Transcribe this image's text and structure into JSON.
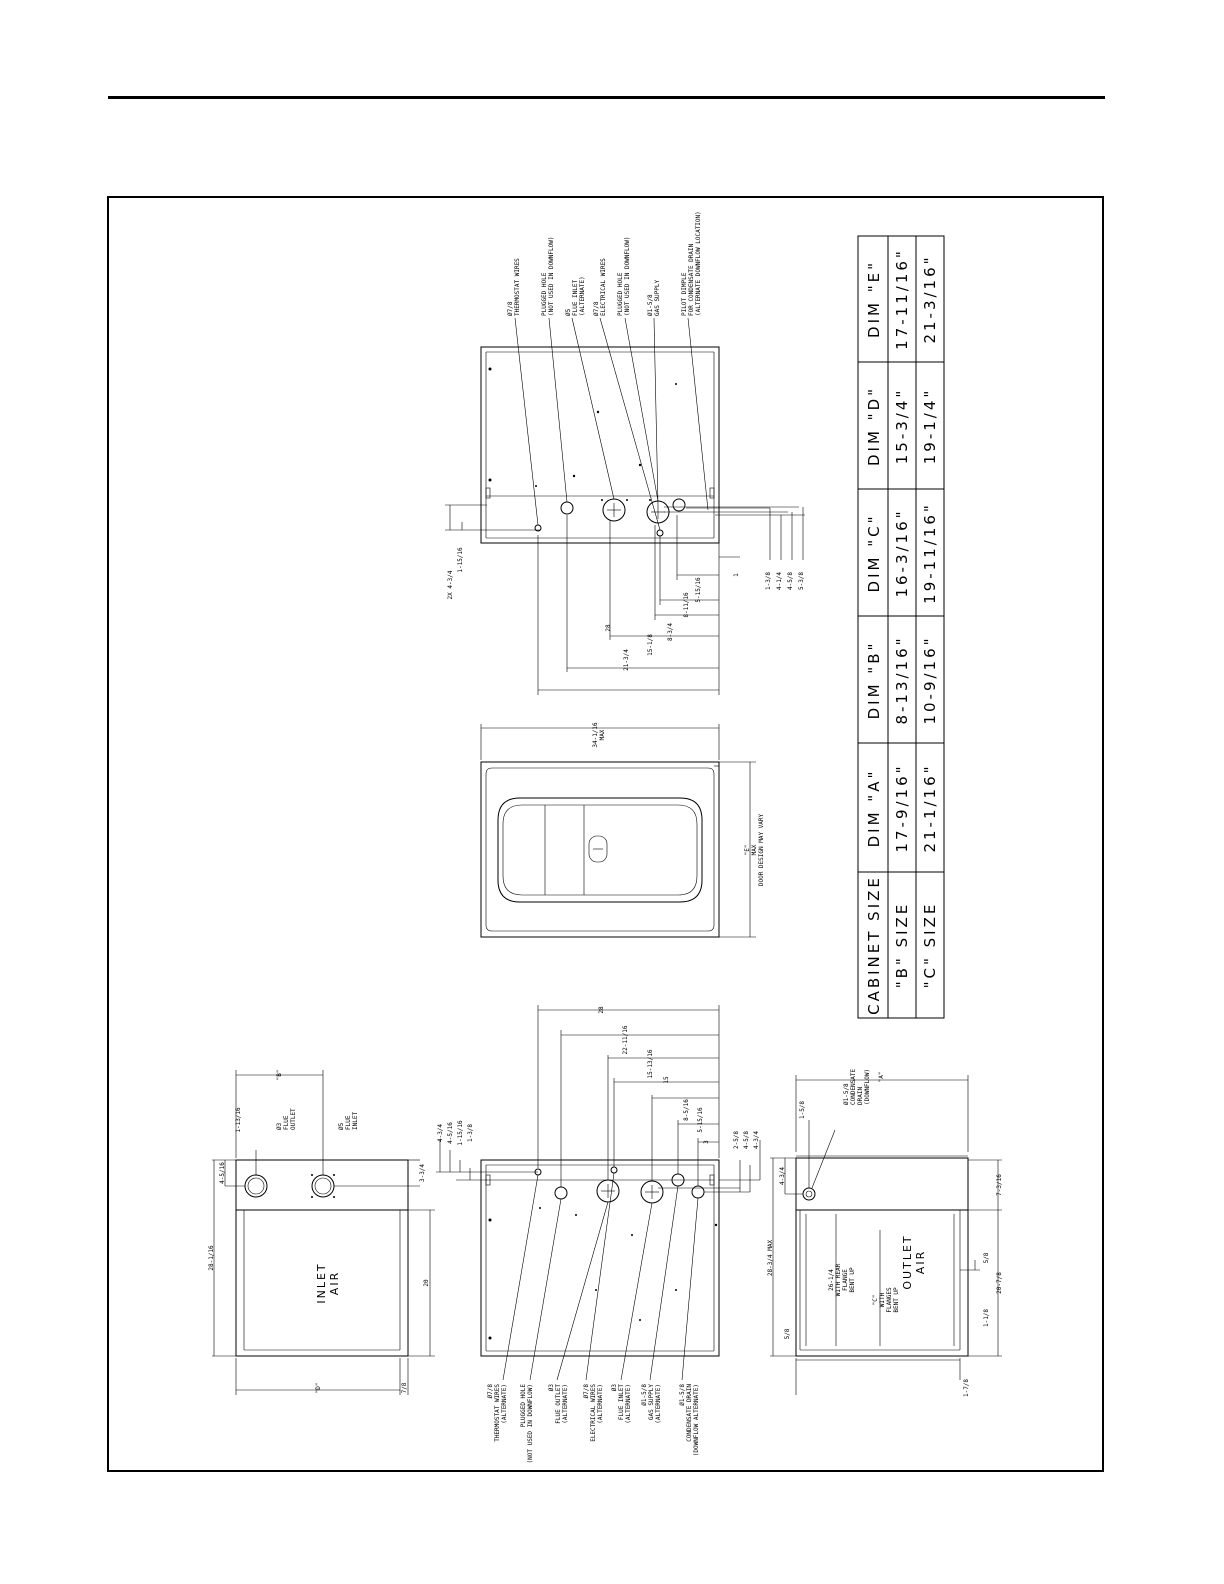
{
  "table": {
    "headers": [
      "CABINET SIZE",
      "DIM \"A\"",
      "DIM \"B\"",
      "DIM \"C\"",
      "DIM \"D\"",
      "DIM \"E\""
    ],
    "rows": [
      [
        "\"B\" SIZE",
        "17-9/16\"",
        "8-13/16\"",
        "16-3/16\"",
        "15-3/4\"",
        "17-11/16\""
      ],
      [
        "\"C\" SIZE",
        "21-1/16\"",
        "10-9/16\"",
        "19-11/16\"",
        "19-1/4\"",
        "21-3/16\""
      ]
    ]
  },
  "top_view": {
    "labels": [
      "Ø7/8\nTHERMOSTAT WIRES",
      "PLUGGED HOLE\n(NOT USED IN DOWNFLOW)",
      "Ø5\nFLUE INLET\n(ALTERNATE)",
      "Ø7/8\nELECTRICAL WIRES",
      "PLUGGED HOLE\n(NOT USED IN DOWNFLOW)",
      "Ø1-5/8\nGAS SUPPLY",
      "PILOT DIMPLE\nFOR CONDENSATE DRAIN\n(ALTERNATE DOWNFLOW LOCATION)"
    ],
    "dims_left": [
      "2X 4-3/4",
      "1-15/16"
    ],
    "dims_bottom": [
      "28",
      "21-3/4",
      "15-1/8",
      "8-3/4",
      "8-11/16",
      "5-15/16",
      "1",
      "1-3/8",
      "4-1/4",
      "4-5/8",
      "5-3/8"
    ]
  },
  "front_view": {
    "dims": [
      "34-1/16\nMAX",
      "\"E\"\nMAX\nDOOR DESIGN MAY VARY"
    ]
  },
  "inlet_view": {
    "text": "INLET\nAIR",
    "labels": [
      "Ø3\nFLUE\nOUTLET",
      "Ø5\nFLUE\nINLET"
    ],
    "dims": [
      "\"B\"",
      "1-13/16",
      "4-5/16",
      "3-3/4",
      "28-1/16",
      "20",
      "\"D\"",
      "7/8"
    ]
  },
  "side_view": {
    "labels": [
      "Ø7/8\nTHERMOSTAT WIRES\n(ALTERNATE)",
      "PLUGGED HOLE\n(NOT USED IN DOWNFLOW)",
      "Ø3\nFLUE OUTLET\n(ALTERNATE)",
      "Ø7/8\nELECTRICAL WIRES\n(ALTERNATE)",
      "Ø3\nFLUE INLET\n(ALTERNATE)",
      "Ø1-5/8\nGAS SUPPLY\n(ALTERNATE)",
      "Ø1-5/8\nCONDENSATE DRAIN\n(DOWNFLOW ALTERNATE)"
    ],
    "dims_top": [
      "28",
      "22-11/16",
      "15-13/16",
      "15",
      "8-5/16",
      "5-15/16",
      "3"
    ],
    "dims_left": [
      "4-3/4",
      "4-5/16",
      "1-15/16",
      "1-3/8"
    ],
    "dims_right": [
      "2-5/8",
      "4-5/8",
      "4-3/4"
    ]
  },
  "outlet_view": {
    "text": "OUTLET\nAIR",
    "labels": [
      "Ø1-5/8\nCONDENSATE\nDRAIN\n(DOWNFLOW)"
    ],
    "dims": [
      "\"A\"",
      "1-5/8",
      "4-3/4",
      "28-3/4 MAX",
      "7-3/16",
      "5/8",
      "20-7/8",
      "1-1/8",
      "26-1/4\nWITH REAR\nFLANGE\nBENT UP",
      "\"C\"\nWITH\nFLANGES\nBENT UP",
      "5/8",
      "1-7/8"
    ]
  }
}
